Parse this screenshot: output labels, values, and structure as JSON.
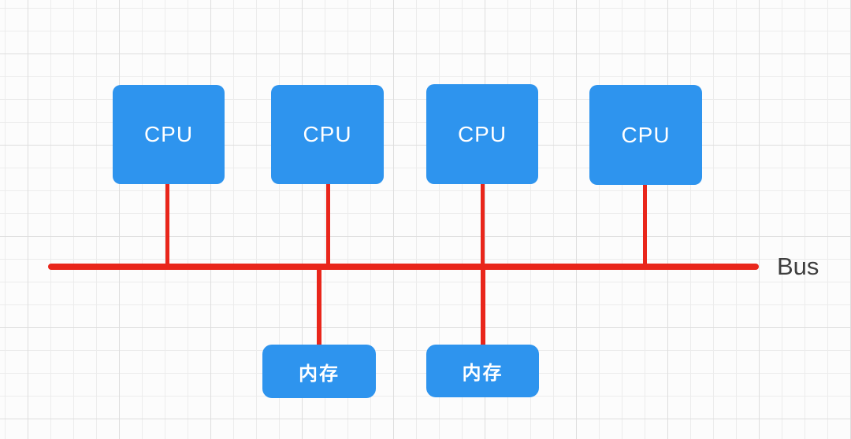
{
  "diagram": {
    "cpu_nodes": [
      {
        "label": "CPU"
      },
      {
        "label": "CPU"
      },
      {
        "label": "CPU"
      },
      {
        "label": "CPU"
      }
    ],
    "memory_nodes": [
      {
        "label": "内存"
      },
      {
        "label": "内存"
      }
    ],
    "bus": {
      "label": "Bus"
    },
    "colors": {
      "node_fill": "#2E94EE",
      "node_text": "#FFFFFF",
      "line_red": "#E9261B",
      "bus_label_text": "#3E3E3E",
      "background": "#FCFCFC",
      "grid_line": "#ECECEC"
    }
  }
}
